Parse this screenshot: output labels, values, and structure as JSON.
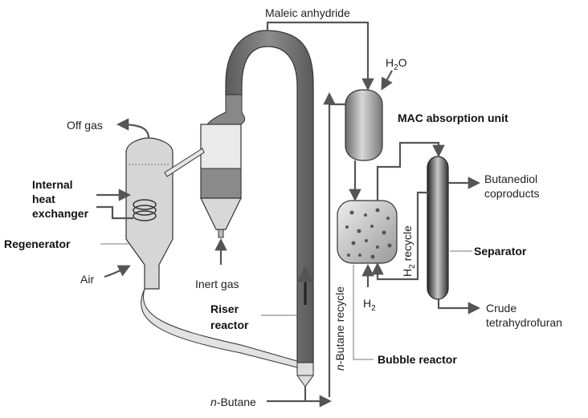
{
  "labels": {
    "maleic_anhydride": "Maleic anhydride",
    "water": "H",
    "water_sub": "2",
    "water_tail": "O",
    "off_gas": "Off gas",
    "mac_absorption_unit": "MAC absorption unit",
    "internal_heat_exchanger_1": "Internal",
    "internal_heat_exchanger_2": "heat",
    "internal_heat_exchanger_3": "exchanger",
    "regenerator": "Regenerator",
    "air": "Air",
    "inert_gas": "Inert gas",
    "riser_reactor_1": "Riser",
    "riser_reactor_2": "reactor",
    "butanediol_1": "Butanediol",
    "butanediol_2": "coproducts",
    "separator": "Separator",
    "h2_recycle_pre": "H",
    "h2_recycle_sub": "2",
    "h2_recycle_post": " recycle",
    "h2_feed": "H",
    "h2_feed_sub": "2",
    "crude_thf_1": "Crude",
    "crude_thf_2": "tetrahydrofuran",
    "n_butane_recycle_italic": "n",
    "n_butane_recycle_rest": "-Butane recycle",
    "bubble_reactor": "Bubble reactor",
    "n_butane_italic": "n",
    "n_butane_rest": "-Butane"
  },
  "colors": {
    "riser_dark": "#6e6e6e",
    "vessel_light": "#d9d9d9",
    "vessel_mid": "#a9a9a9",
    "pipe": "#555555"
  }
}
